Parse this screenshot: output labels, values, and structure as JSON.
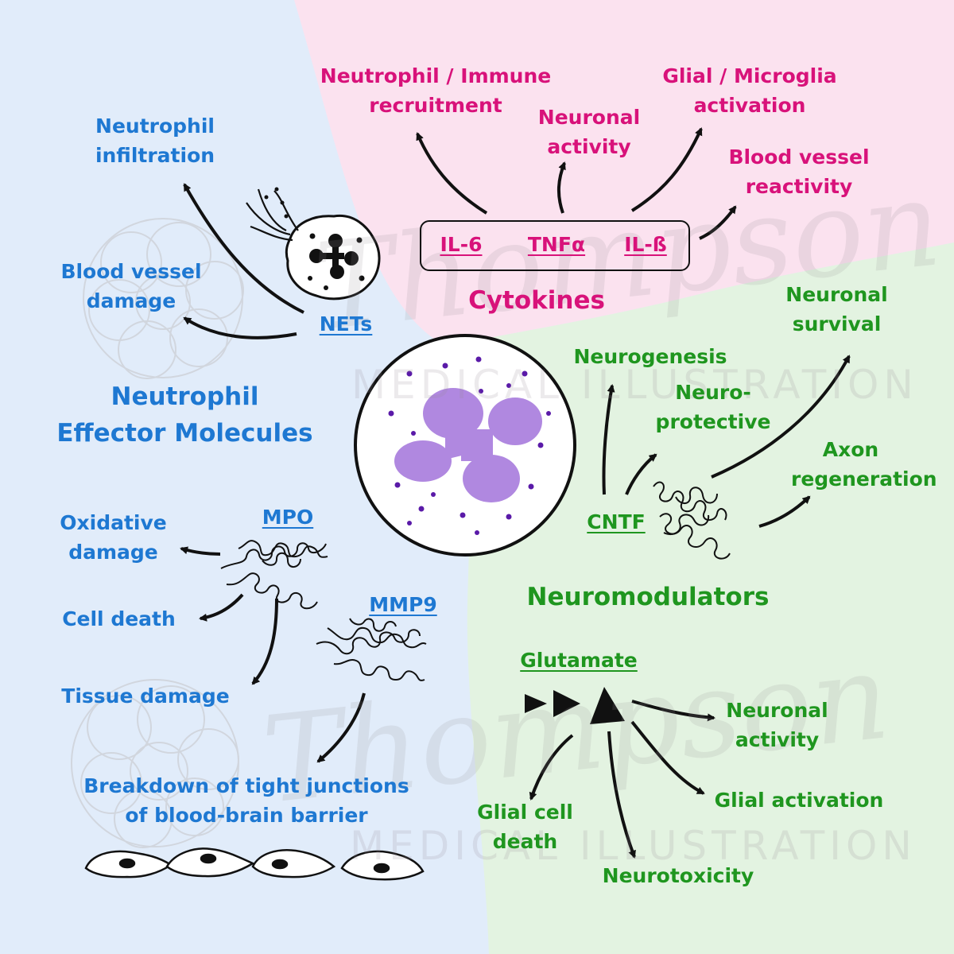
{
  "cytokines": {
    "title": "Cytokines",
    "molecules": [
      "IL-6",
      "TNFα",
      "IL-ß"
    ],
    "effects": [
      {
        "lines": [
          "Neutrophil / Immune",
          "recruitment"
        ]
      },
      {
        "lines": [
          "Neuronal",
          "activity"
        ]
      },
      {
        "lines": [
          "Glial / Microglia",
          "activation"
        ]
      },
      {
        "lines": [
          "Blood vessel",
          "reactivity"
        ]
      }
    ]
  },
  "effector": {
    "title_lines": [
      "Neutrophil",
      "Effector Molecules"
    ],
    "nets": {
      "label": "NETs",
      "effects": [
        {
          "lines": [
            "Neutrophil",
            "infiltration"
          ]
        },
        {
          "lines": [
            "Blood vessel",
            "damage"
          ]
        }
      ]
    },
    "mpo": {
      "label": "MPO",
      "effects": [
        "Oxidative damage",
        "Cell death",
        "Tissue damage"
      ],
      "oxidative_lines": [
        "Oxidative",
        "damage"
      ]
    },
    "mmp9": {
      "label": "MMP9",
      "effect_lines": [
        "Breakdown of tight junctions",
        "of blood-brain barrier"
      ]
    }
  },
  "neuromodulators": {
    "title": "Neuromodulators",
    "cntf": {
      "label": "CNTF",
      "effects": [
        {
          "lines": [
            "Neurogenesis"
          ]
        },
        {
          "lines": [
            "Neuro-",
            "protective"
          ]
        },
        {
          "lines": [
            "Neuronal",
            "survival"
          ]
        },
        {
          "lines": [
            "Axon",
            "regeneration"
          ]
        }
      ]
    },
    "glutamate": {
      "label": "Glutamate",
      "effects": [
        {
          "lines": [
            "Neuronal",
            "activity"
          ]
        },
        {
          "lines": [
            "Glial activation"
          ]
        },
        {
          "lines": [
            "Neurotoxicity"
          ]
        },
        {
          "lines": [
            "Glial cell",
            "death"
          ]
        }
      ]
    }
  },
  "watermark": {
    "script": "Thompson",
    "caption": "MEDICAL ILLUSTRATION"
  },
  "colors": {
    "blue_region": "#e1ecfa",
    "pink_region": "#fbe2ef",
    "green_region": "#e3f3e1",
    "blue_text": "#1e78d2",
    "pink_text": "#d8127a",
    "green_text": "#1f961f",
    "nucleus": "#b088e0",
    "granule": "#5a1aa8"
  }
}
